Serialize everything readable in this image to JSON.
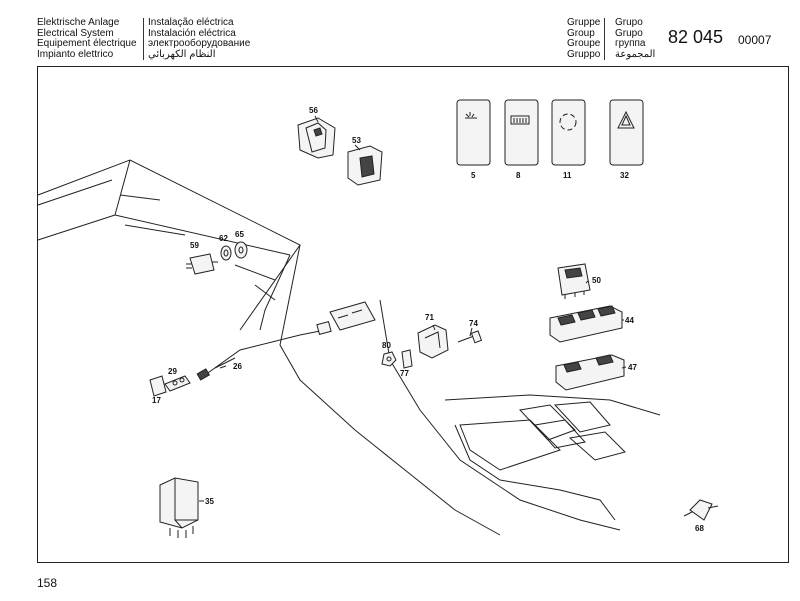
{
  "header": {
    "left_lines": [
      "Elektrische Anlage",
      "Electrical System",
      "Equipement électrique",
      "Impianto elettrico"
    ],
    "middle_lines": [
      "Instalação eléctrica",
      "Instalación eléctrica",
      "электрооборудование",
      "النظام الكهربائي"
    ],
    "group_label_left": [
      "Gruppe",
      "Group",
      "Groupe",
      "Gruppo"
    ],
    "group_label_right": [
      "Grupo",
      "Grupo",
      "группа",
      "المجموعة"
    ],
    "group_number": "82 045",
    "sheet_number": "00007"
  },
  "page_number": "158",
  "callouts": {
    "c56": "56",
    "c53": "53",
    "c5": "5",
    "c8": "8",
    "c11": "11",
    "c32": "32",
    "c59": "59",
    "c62": "62",
    "c65": "65",
    "c50": "50",
    "c44": "44",
    "c47": "47",
    "c71": "71",
    "c74": "74",
    "c80": "80",
    "c77": "77",
    "c29": "29",
    "c26": "26",
    "c17": "17",
    "c35": "35",
    "c68": "68"
  }
}
